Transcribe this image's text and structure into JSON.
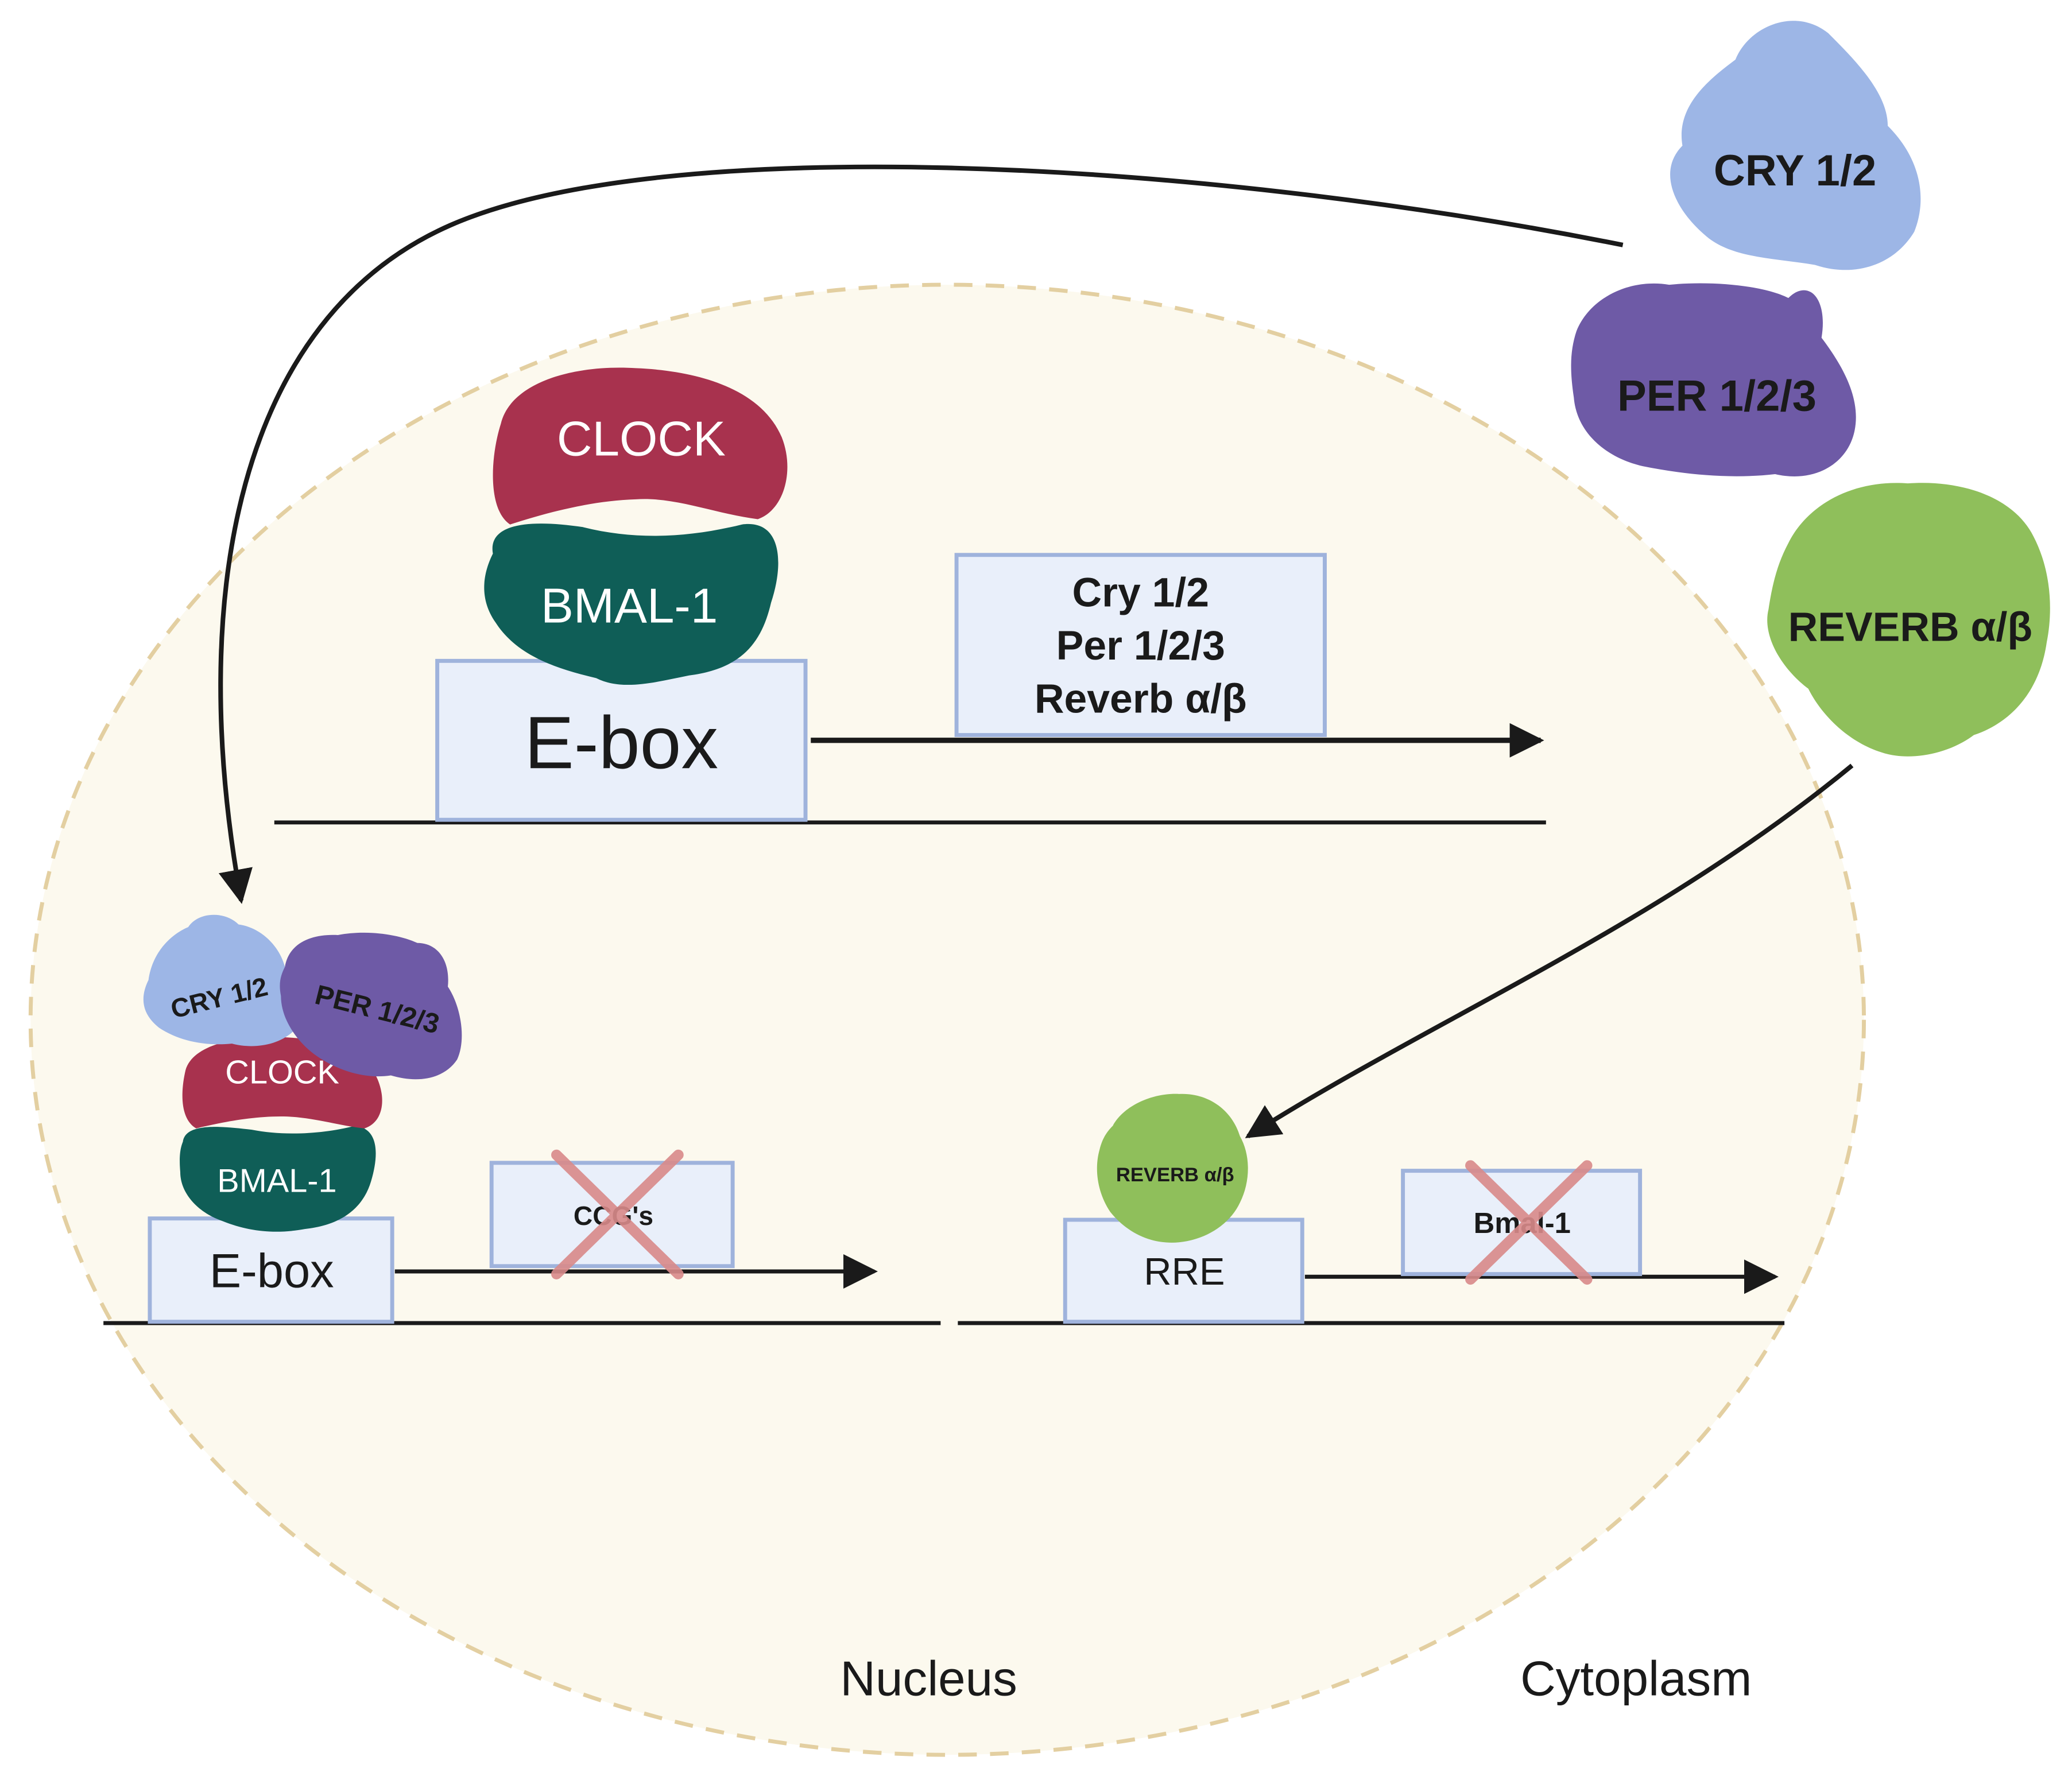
{
  "colors": {
    "nucleus_fill": "#fcf9ee",
    "nucleus_border": "#e3cfa1",
    "clock": "#a8324e",
    "bmal": "#0f5e57",
    "cry": "#9db6e6",
    "per": "#6e5aa6",
    "reverb": "#8fbf5b",
    "box_fill": "#e9effa",
    "box_border": "#9fb3dc",
    "cross": "#d98a8a",
    "line": "#1a1a1a"
  },
  "top": {
    "clock_label": "CLOCK",
    "bmal_label": "BMAL-1",
    "ebox_label": "E-box",
    "genes": [
      "Cry 1/2",
      "Per 1/2/3",
      "Reverb α/β"
    ]
  },
  "cytoplasm_proteins": {
    "cry_label": "CRY 1/2",
    "per_label": "PER 1/2/3",
    "reverb_label": "REVERB α/β"
  },
  "bottom_left": {
    "cry_label": "CRY 1/2",
    "per_label": "PER 1/2/3",
    "clock_label": "CLOCK",
    "bmal_label": "BMAL-1",
    "ebox_label": "E-box",
    "gene_label": "CCG's"
  },
  "bottom_right": {
    "reverb_label": "REVERB α/β",
    "rre_label": "RRE",
    "gene_label": "Bmal-1"
  },
  "compartments": {
    "nucleus": "Nucleus",
    "cytoplasm": "Cytoplasm"
  }
}
